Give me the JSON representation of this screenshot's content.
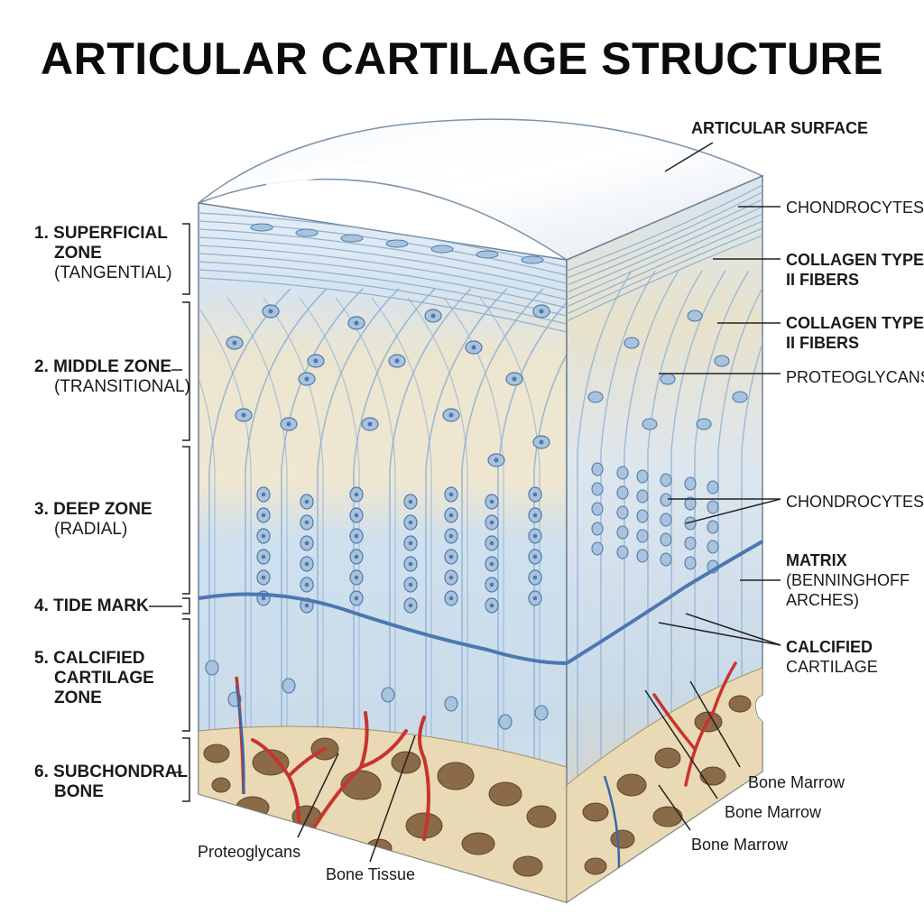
{
  "title": "ARTICULAR CARTILAGE STRUCTURE",
  "zones": [
    {
      "number": "1.",
      "name_line1": "SUPERFICIAL",
      "name_line2": "ZONE",
      "sub": "(TANGENTIAL)"
    },
    {
      "number": "2.",
      "name_line1": "MIDDLE ZONE",
      "sub": "(TRANSITIONAL)"
    },
    {
      "number": "3.",
      "name_line1": "DEEP ZONE",
      "sub": "(RADIAL)"
    },
    {
      "number": "4.",
      "name_line1": "TIDE MARK"
    },
    {
      "number": "5.",
      "name_line1": "CALCIFIED",
      "name_line2": "CARTILAGE",
      "name_line3": "ZONE"
    },
    {
      "number": "6.",
      "name_line1": "SUBCHONDRAL",
      "name_line2": "BONE"
    }
  ],
  "right_labels": {
    "articular_surface": "ARTICULAR SURFACE",
    "chondrocytes_top": "CHONDROCYTES",
    "collagen1_line1": "COLLAGEN TYPE",
    "collagen1_line2": "II FIBERS",
    "collagen2_line1": "COLLAGEN TYPE",
    "collagen2_line2": "II FIBERS",
    "proteoglycans": "PROTEOGLYCANS",
    "chondrocytes_mid": "CHONDROCYTES",
    "matrix_line1": "MATRIX",
    "matrix_line2": "(BENNINGHOFF",
    "matrix_line3": "ARCHES)",
    "calcified_line1": "CALCIFIED",
    "calcified_line2": "CARTILAGE",
    "bone_marrow_1": "Bone Marrow",
    "bone_marrow_2": "Bone Marrow",
    "bone_marrow_3": "Bone Marrow"
  },
  "bottom_labels": {
    "proteoglycans": "Proteoglycans",
    "bone_tissue": "Bone Tissue"
  },
  "colors": {
    "cartilage_blue": "#cfe0ee",
    "matrix_cream": "#efe6cf",
    "fiber": "#8fb2d3",
    "cell_fill": "#a9c3df",
    "cell_nucleus": "#4f78a6",
    "tide_mark": "#4c78b0",
    "bone": "#e9d9b4",
    "marrow": "#8a6a47",
    "vessel_red": "#c8342c",
    "vessel_blue": "#3a66a8"
  }
}
